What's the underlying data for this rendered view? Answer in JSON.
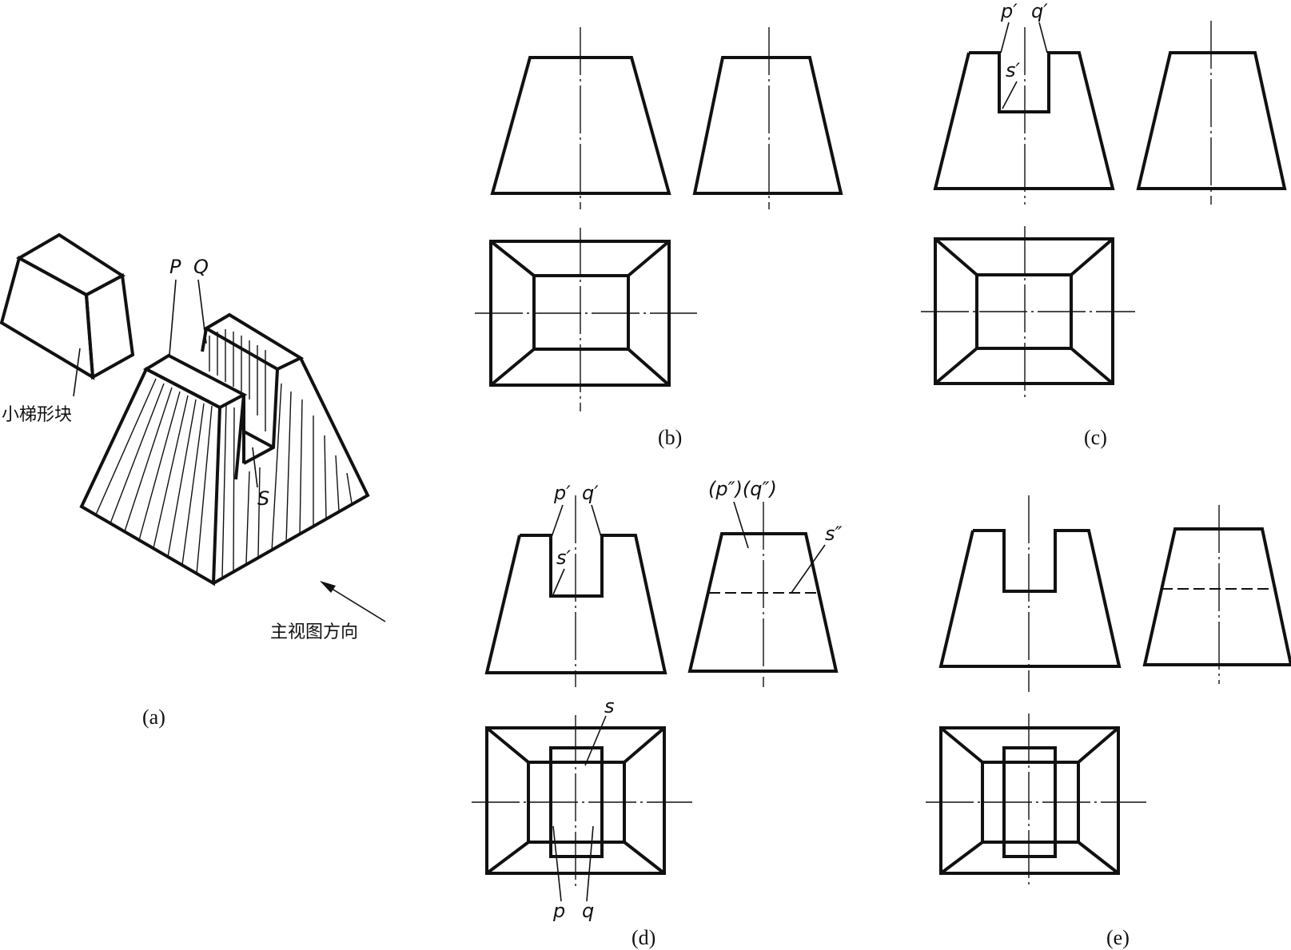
{
  "captions": {
    "a": "(a)",
    "b": "(b)",
    "c": "(c)",
    "d": "(d)",
    "e": "(e)"
  },
  "iso": {
    "small_block": "小梯形块",
    "view_direction": "主视图方向",
    "P": "P",
    "Q": "Q",
    "S": "S"
  },
  "fig_c": {
    "p_prime": "p′",
    "q_prime": "q′",
    "s_prime": "s′"
  },
  "fig_d": {
    "p_prime": "p′",
    "q_prime": "q′",
    "s_prime": "s′",
    "p_dd_q_dd": "(p″)(q″)",
    "s_dd": "s″",
    "s": "s",
    "p": "p",
    "q": "q"
  }
}
